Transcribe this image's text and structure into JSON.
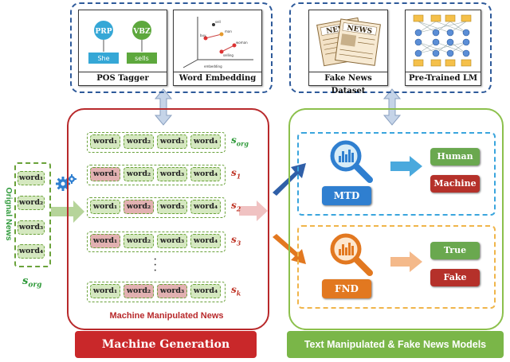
{
  "tools_left": {
    "pos_tagger_label": "POS Tagger",
    "word_embedding_label": "Word Embedding",
    "pos_tags": [
      "PRP",
      "VBZ"
    ],
    "pos_words": [
      "She",
      "sells"
    ],
    "embedding_points": [
      "sell",
      "man",
      "buy",
      "selling",
      "woman"
    ],
    "embedding_axis": "embedding"
  },
  "tools_right": {
    "fake_news_dataset_label": "Fake News Dataset",
    "pretrained_lm_label": "Pre-Trained LM",
    "newspaper_text": "NEWS"
  },
  "original": {
    "side_label": "Orignal News",
    "words": [
      "word₁",
      "word₂",
      "word₃",
      "word₄"
    ],
    "s_org_label": "s",
    "s_org_sub": "org"
  },
  "manipulated": {
    "rows": [
      {
        "words": [
          "word₁",
          "word₂",
          "word₃",
          "word₄"
        ],
        "pink": [],
        "label": "s",
        "sub": "org"
      },
      {
        "words": [
          "word₁",
          "word₂",
          "word₃",
          "word₄"
        ],
        "pink": [
          0
        ],
        "label": "s",
        "sub": "1"
      },
      {
        "words": [
          "word₁",
          "word₂",
          "word₃",
          "word₄"
        ],
        "pink": [
          1
        ],
        "label": "s",
        "sub": "2"
      },
      {
        "words": [
          "word₁",
          "word₂",
          "word₃",
          "word₄"
        ],
        "pink": [
          0
        ],
        "label": "s",
        "sub": "3"
      },
      {
        "words": [
          "word₁",
          "word₂",
          "word₃",
          "word₄"
        ],
        "pink": [
          1,
          2
        ],
        "label": "s",
        "sub": "k"
      }
    ],
    "ellipsis": "·\n·\n·",
    "caption": "Machine Manipulated News"
  },
  "models": {
    "mtd_label": "MTD",
    "fnd_label": "FND",
    "mtd_outputs": [
      "Human",
      "Machine"
    ],
    "fnd_outputs": [
      "True",
      "Fake"
    ]
  },
  "banners": {
    "left": "Machine Generation",
    "right": "Text Manipulated & Fake News Models"
  },
  "colors": {
    "green_output": "#6aa84f",
    "red_output": "#b5312a",
    "dashed_blue": "#2e5a9a",
    "banner_left": "#c9282a",
    "banner_right": "#7ab648",
    "word_green": "#d5e8c0",
    "word_pink": "#e2b1b1"
  }
}
